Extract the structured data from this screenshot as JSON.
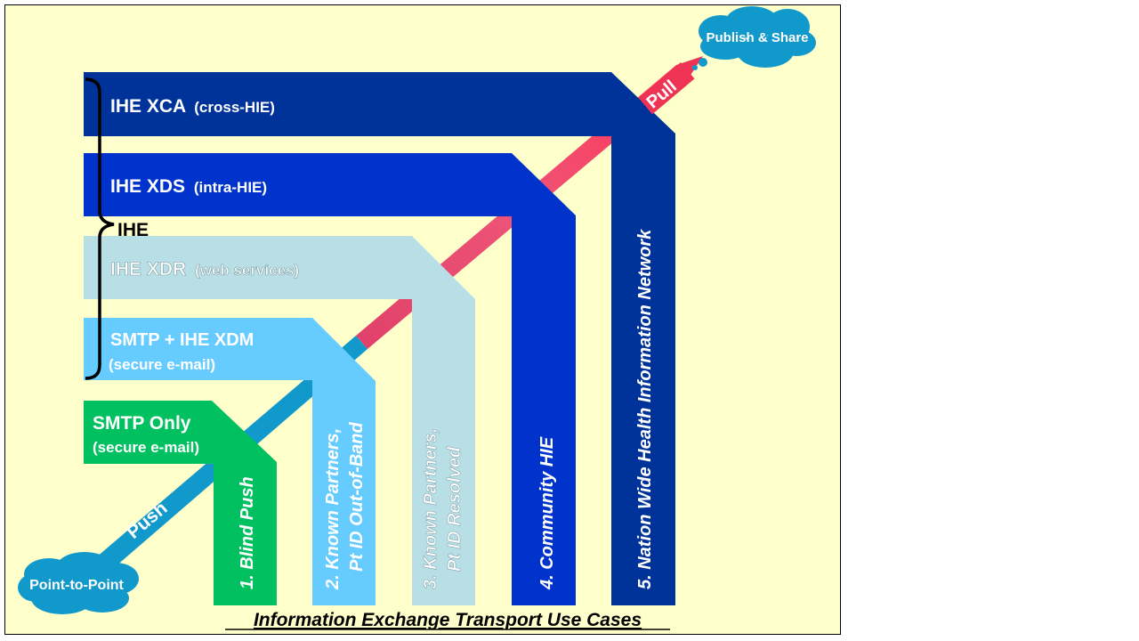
{
  "clouds": {
    "top": "Publish & Share",
    "bottom": "Point-to-Point"
  },
  "arrow": {
    "push": "Push",
    "pull": "Pull"
  },
  "brace_label": "IHE",
  "tiers": [
    {
      "title": "SMTP Only",
      "subtitle": "(secure e-mail)",
      "column": "1. Blind Push",
      "color": "#00c060"
    },
    {
      "title": "SMTP + IHE XDM",
      "subtitle": "(secure e-mail)",
      "column": [
        "2. Known Partners,",
        "Pt ID Out-of-Band"
      ],
      "color": "#66ccff"
    },
    {
      "title": "IHE XDR",
      "subtitle": "(web services)",
      "column": [
        "3. Known Partners,",
        "Pt ID Resolved"
      ],
      "color": "#b8dfe6"
    },
    {
      "title": "IHE XDS",
      "subtitle": "(intra-HIE)",
      "column": "4. Community HIE",
      "color": "#0033cc"
    },
    {
      "title": "IHE XCA",
      "subtitle": "(cross-HIE)",
      "column": "5. Nation Wide Health Information Network",
      "color": "#003399"
    }
  ],
  "caption": "Information Exchange Transport Use Cases",
  "colors": {
    "background": "#ffffcc",
    "arrow_blue": "#1199cc",
    "arrow_red": "#ee3355",
    "cloud": "#1199cc"
  }
}
